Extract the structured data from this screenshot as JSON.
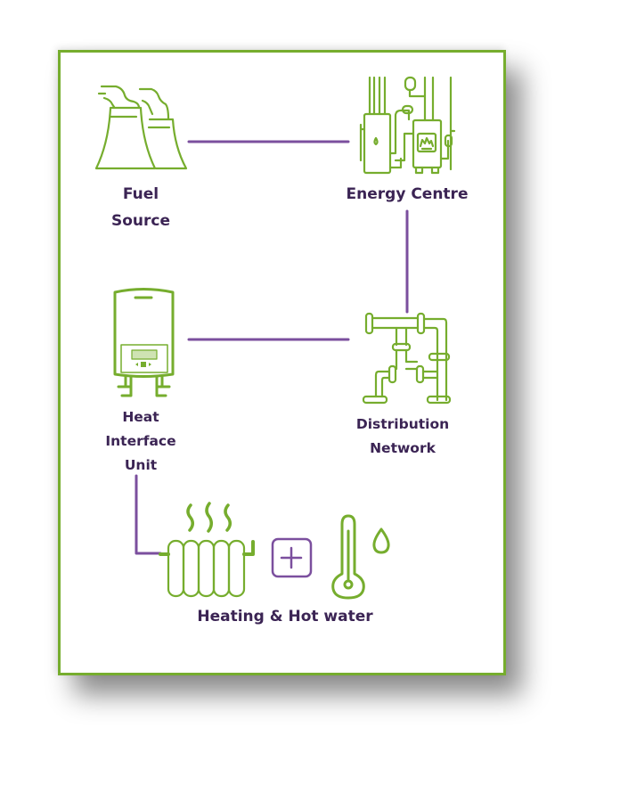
{
  "colors": {
    "frame": "#76ad2e",
    "icon": "#76ad2e",
    "connector": "#7b4f9e",
    "text": "#3b2454"
  },
  "nodes": {
    "fuel_source": {
      "line1": "Fuel",
      "line2": "Source",
      "icon": "cooling-towers-icon"
    },
    "energy_centre": {
      "line1": "Energy Centre",
      "icon": "boiler-plant-icon"
    },
    "distribution_network": {
      "line1": "Distribution",
      "line2": "Network",
      "icon": "pipes-icon"
    },
    "heat_interface_unit": {
      "line1": "Heat",
      "line2": "Interface",
      "line3": "Unit",
      "icon": "wall-unit-icon"
    },
    "heating_hot_water": {
      "line1": "Heating & Hot water",
      "icons": [
        "radiator-icon",
        "plus-icon",
        "thermometer-icon",
        "water-drop-icon"
      ]
    }
  }
}
